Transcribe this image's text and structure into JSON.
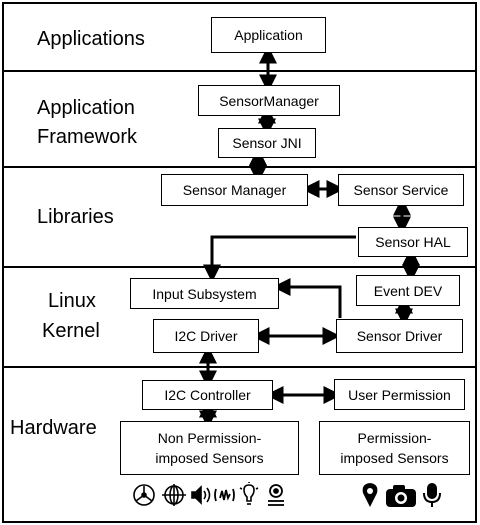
{
  "layers": {
    "applications": "Applications",
    "framework_line1": "Application",
    "framework_line2": "Framework",
    "libraries": "Libraries",
    "kernel_line1": "Linux",
    "kernel_line2": "Kernel",
    "hardware": "Hardware"
  },
  "boxes": {
    "application": "Application",
    "sensor_manager_fw": "SensorManager",
    "sensor_jni": "Sensor JNI",
    "sensor_manager_lib": "Sensor Manager",
    "sensor_service": "Sensor Service",
    "sensor_hal": "Sensor HAL",
    "input_subsystem": "Input Subsystem",
    "event_dev": "Event DEV",
    "i2c_driver": "I2C Driver",
    "sensor_driver": "Sensor Driver",
    "i2c_controller": "I2C Controller",
    "user_permission": "User Permission",
    "non_perm_line1": "Non Permission-",
    "non_perm_line2": "imposed Sensors",
    "perm_line1": "Permission-",
    "perm_line2": "imposed Sensors"
  },
  "icons": {
    "non_permission_sensors": [
      "accelerometer-icon",
      "gyroscope-icon",
      "sound-icon",
      "vibration-icon",
      "light-icon",
      "proximity-icon"
    ],
    "permission_sensors": [
      "location-icon",
      "camera-icon",
      "microphone-icon"
    ]
  }
}
